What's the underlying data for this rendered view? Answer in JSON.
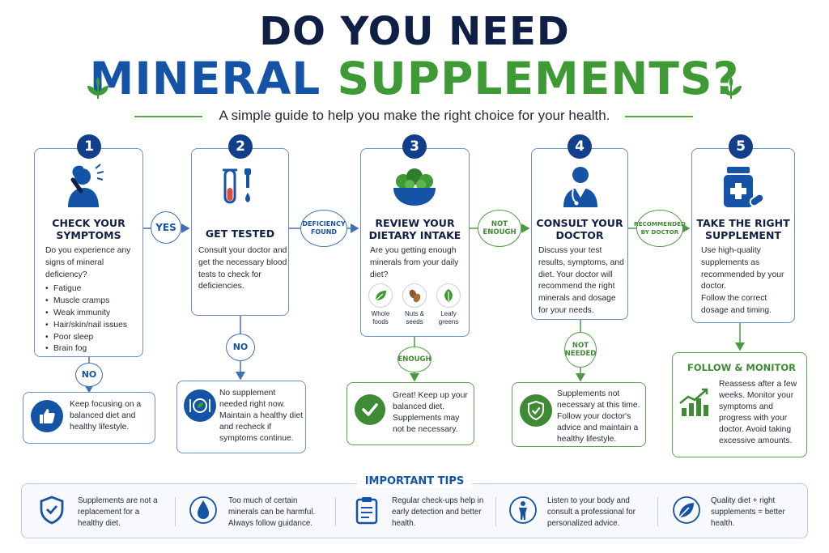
{
  "header": {
    "title_line1": "DO YOU NEED",
    "title_word1": "MINERAL",
    "title_word2": "SUPPLEMENTS?",
    "subtitle": "A simple guide to help you make the right choice for your health."
  },
  "steps": [
    {
      "number": "1",
      "title_line1": "CHECK YOUR",
      "title_line2": "SYMPTOMS",
      "body": "Do you experience any signs of mineral deficiency?",
      "symptoms": [
        "Fatigue",
        "Muscle cramps",
        "Weak immunity",
        "Hair/skin/nail issues",
        "Poor sleep",
        "Brain fog"
      ],
      "icon": "headache-person-icon"
    },
    {
      "number": "2",
      "title_line1": "GET TESTED",
      "body": "Consult your doctor and get the necessary blood tests to check for deficiencies.",
      "icon": "test-tube-icon"
    },
    {
      "number": "3",
      "title_line1": "REVIEW YOUR",
      "title_line2": "DIETARY INTAKE",
      "body": "Are you getting enough minerals from your daily diet?",
      "foods": [
        {
          "line1": "Whole",
          "line2": "foods",
          "icon": "leaf-icon"
        },
        {
          "line1": "Nuts &",
          "line2": "seeds",
          "icon": "nuts-icon"
        },
        {
          "line1": "Leafy",
          "line2": "greens",
          "icon": "leaf-icon"
        }
      ],
      "icon": "salad-bowl-icon"
    },
    {
      "number": "4",
      "title_line1": "CONSULT YOUR",
      "title_line2": "DOCTOR",
      "body": "Discuss your test results, symptoms, and diet. Your doctor will recommend the right minerals and dosage for your needs.",
      "icon": "doctor-icon"
    },
    {
      "number": "5",
      "title_line1": "TAKE THE RIGHT",
      "title_line2": "SUPPLEMENT",
      "body1": "Use high-quality supplements as recommended by your doctor.",
      "body2": "Follow the correct dosage and timing.",
      "icon": "pill-bottle-icon"
    }
  ],
  "connectors": {
    "yes": "YES",
    "deficiency_line1": "DEFICIENCY",
    "deficiency_line2": "FOUND",
    "not_enough_line1": "NOT",
    "not_enough_line2": "ENOUGH",
    "recommended_line1": "RECOMMENDED",
    "recommended_line2": "BY DOCTOR",
    "no1": "NO",
    "no2": "NO",
    "enough": "ENOUGH",
    "not_needed_line1": "NOT",
    "not_needed_line2": "NEEDED"
  },
  "outcomes": {
    "o1": "Keep focusing on a balanced diet and healthy lifestyle.",
    "o2": "No supplement needed right now. Maintain a healthy diet and recheck if symptoms continue.",
    "o3": "Great! Keep up your balanced diet. Supplements may not be necessary.",
    "o4": "Supplements not necessary at this time. Follow your doctor's advice and maintain a healthy lifestyle.",
    "monitor_title": "FOLLOW & MONITOR",
    "monitor_text": "Reassess after a few weeks. Monitor your symptoms and progress with your doctor. Avoid taking excessive amounts."
  },
  "tips": {
    "title": "IMPORTANT TIPS",
    "items": [
      {
        "text": "Supplements are not a replacement for a healthy diet.",
        "icon": "shield-check-icon"
      },
      {
        "text": "Too much of certain minerals can be harmful. Always follow guidance.",
        "icon": "water-drop-icon"
      },
      {
        "text": "Regular check-ups help in early detection and better health.",
        "icon": "clipboard-icon"
      },
      {
        "text": "Listen to your body and consult a professional for personalized advice.",
        "icon": "person-icon"
      },
      {
        "text": "Quality diet + right supplements = better health.",
        "icon": "leaf-icon"
      }
    ]
  },
  "colors": {
    "navy": "#0f1f45",
    "blue": "#1553a6",
    "green": "#3e9a35",
    "card_border": "#6d8fc4"
  }
}
